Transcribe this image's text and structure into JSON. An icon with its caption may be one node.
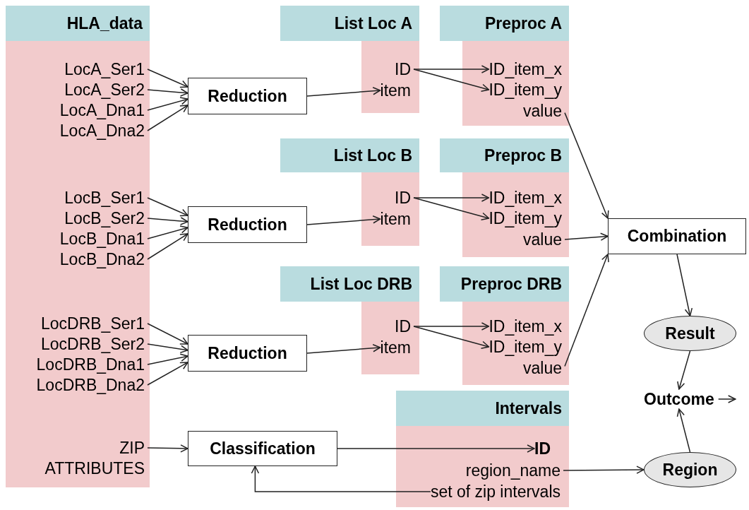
{
  "diagram": {
    "nodes": [
      {
        "text": [
          "HLA_data"
        ]
      },
      {
        "text": [
          "LocA_Ser1"
        ],
        "in": 0
      },
      {
        "text": [
          "LocA_Ser2"
        ],
        "in": 0
      },
      {
        "text": [
          "LocA_Dna1"
        ],
        "in": 0
      },
      {
        "text": [
          "LocA_Dna2"
        ],
        "in": 0
      },
      {
        "text": [
          "LocB_Ser1"
        ],
        "in": 0
      },
      {
        "text": [
          "LocB_Ser2"
        ],
        "in": 0
      },
      {
        "text": [
          "LocB_Dna1"
        ],
        "in": 0
      },
      {
        "text": [
          "LocB_Dna2"
        ],
        "in": 0
      },
      {
        "text": [
          "LocDRB_Ser1"
        ],
        "in": 0
      },
      {
        "text": [
          "LocDRB_Ser2"
        ],
        "in": 0
      },
      {
        "text": [
          "LocDRB_Dna1"
        ],
        "in": 0
      },
      {
        "text": [
          "LocDRB_Dna2"
        ],
        "in": 0
      },
      {
        "text": [
          "ZIP"
        ],
        "in": 0
      },
      {
        "text": [
          "ATTRIBUTES"
        ],
        "in": 0
      },
      {
        "text": [
          "Reduction"
        ]
      },
      {
        "text": [
          "Reduction"
        ]
      },
      {
        "text": [
          "Reduction"
        ]
      },
      {
        "text": [
          "Classification"
        ]
      },
      {
        "text": [
          "List Loc A"
        ]
      },
      {
        "text": [
          "ID"
        ],
        "in": 19
      },
      {
        "text": [
          "item"
        ],
        "in": 19
      },
      {
        "text": [
          "Preproc A"
        ]
      },
      {
        "text": [
          "ID_item_x"
        ],
        "in": 22
      },
      {
        "text": [
          "ID_item_y"
        ],
        "in": 22
      },
      {
        "text": [
          "value"
        ],
        "in": 22
      },
      {
        "text": [
          "List Loc B"
        ]
      },
      {
        "text": [
          "ID"
        ],
        "in": 26
      },
      {
        "text": [
          "item"
        ],
        "in": 26
      },
      {
        "text": [
          "Preproc B"
        ]
      },
      {
        "text": [
          "ID_item_x"
        ],
        "in": 29
      },
      {
        "text": [
          "ID_item_y"
        ],
        "in": 29
      },
      {
        "text": [
          "value"
        ],
        "in": 29
      },
      {
        "text": [
          "List Loc DRB"
        ]
      },
      {
        "text": [
          "ID"
        ],
        "in": 33
      },
      {
        "text": [
          "item"
        ],
        "in": 33
      },
      {
        "text": [
          "Preproc DRB"
        ]
      },
      {
        "text": [
          "ID_item_x"
        ],
        "in": 36
      },
      {
        "text": [
          "ID_item_y"
        ],
        "in": 36
      },
      {
        "text": [
          "value"
        ],
        "in": 36
      },
      {
        "text": [
          "Intervals"
        ]
      },
      {
        "text": [
          "ID"
        ],
        "in": 40
      },
      {
        "text": [
          "region_name"
        ],
        "in": 40
      },
      {
        "text": [
          "set of zip intervals"
        ],
        "in": 40
      },
      {
        "text": [
          "Combination"
        ]
      },
      {
        "text": [
          "Result"
        ]
      },
      {
        "text": [
          "Outcome"
        ]
      },
      {
        "text": [
          "Region"
        ]
      }
    ],
    "edges": [
      {
        "from": 1,
        "to": 15,
        "arrow": "to"
      },
      {
        "from": 2,
        "to": 15,
        "arrow": "to"
      },
      {
        "from": 3,
        "to": 15,
        "arrow": "to"
      },
      {
        "from": 4,
        "to": 15,
        "arrow": "to"
      },
      {
        "from": 15,
        "to": 21,
        "arrow": "to"
      },
      {
        "from": 20,
        "to": 23,
        "arrow": "to"
      },
      {
        "from": 20,
        "to": 24,
        "arrow": "to"
      },
      {
        "from": 25,
        "to": 44,
        "arrow": "to"
      },
      {
        "from": 5,
        "to": 16,
        "arrow": "to"
      },
      {
        "from": 6,
        "to": 16,
        "arrow": "to"
      },
      {
        "from": 7,
        "to": 16,
        "arrow": "to"
      },
      {
        "from": 8,
        "to": 16,
        "arrow": "to"
      },
      {
        "from": 16,
        "to": 28,
        "arrow": "to"
      },
      {
        "from": 27,
        "to": 30,
        "arrow": "to"
      },
      {
        "from": 27,
        "to": 31,
        "arrow": "to"
      },
      {
        "from": 32,
        "to": 44,
        "arrow": "to"
      },
      {
        "from": 9,
        "to": 17,
        "arrow": "to"
      },
      {
        "from": 10,
        "to": 17,
        "arrow": "to"
      },
      {
        "from": 11,
        "to": 17,
        "arrow": "to"
      },
      {
        "from": 12,
        "to": 17,
        "arrow": "to"
      },
      {
        "from": 17,
        "to": 35,
        "arrow": "to"
      },
      {
        "from": 34,
        "to": 37,
        "arrow": "to"
      },
      {
        "from": 34,
        "to": 38,
        "arrow": "to"
      },
      {
        "from": 39,
        "to": 44,
        "arrow": "to"
      },
      {
        "from": 13,
        "to": 18,
        "arrow": "to"
      },
      {
        "from": 18,
        "to": 41,
        "arrow": "to"
      },
      {
        "from": 43,
        "to": 18,
        "arrow": "to"
      },
      {
        "from": 42,
        "to": 47,
        "arrow": "to"
      },
      {
        "from": 44,
        "to": 45,
        "arrow": "to"
      },
      {
        "from": 45,
        "to": 46,
        "arrow": "to"
      },
      {
        "from": 47,
        "to": 46,
        "arrow": "to"
      },
      {
        "from": 46,
        "to": null,
        "arrow": "to"
      }
    ]
  }
}
